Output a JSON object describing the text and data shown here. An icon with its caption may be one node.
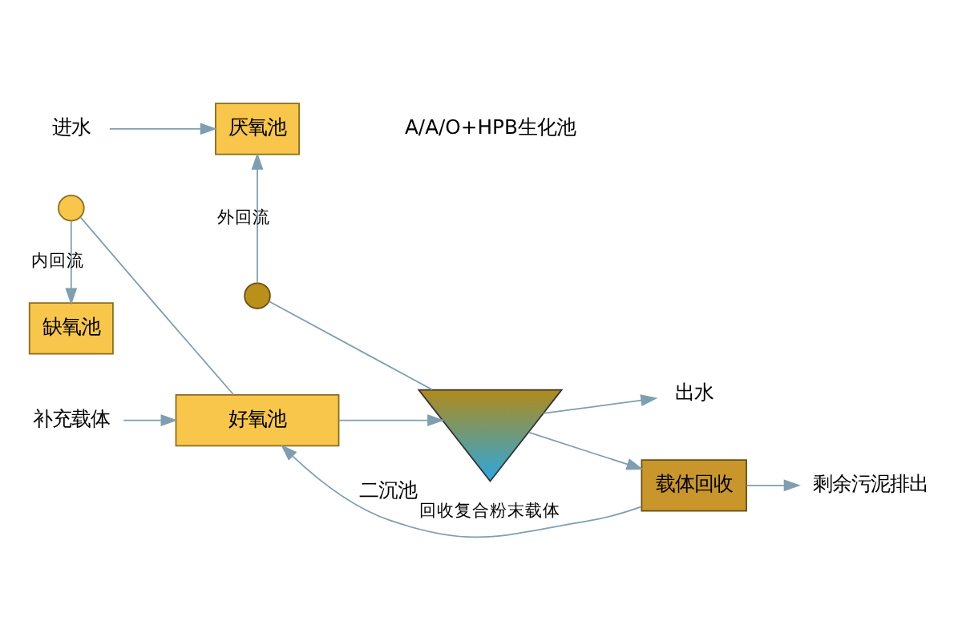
{
  "diagram": {
    "nodes": [
      {
        "text": [
          "进水"
        ]
      },
      {
        "text": [
          "厌氧池"
        ]
      },
      {
        "text": [
          "缺氧池"
        ]
      },
      {
        "text": [
          "好氧池"
        ]
      },
      {
        "text": [
          "补充载体"
        ]
      },
      {
        "text": [
          "二沉池"
        ]
      },
      {
        "text": [
          "出水"
        ]
      },
      {
        "text": [
          "载体回收"
        ]
      },
      {
        "text": [
          "剩余污泥排出"
        ]
      },
      {
        "text": [],
        "shape": "circle"
      },
      {
        "text": [],
        "shape": "circle"
      }
    ],
    "edges": [
      {
        "from": 0,
        "to": 1,
        "arrow": "to"
      },
      {
        "from": 4,
        "to": 3,
        "arrow": "to"
      },
      {
        "from": 3,
        "to": 5,
        "arrow": "to"
      },
      {
        "from": 5,
        "to": 6,
        "arrow": "to"
      },
      {
        "from": 5,
        "to": 7,
        "arrow": "to"
      },
      {
        "from": 7,
        "to": 3,
        "label": "回收复合粉末载体",
        "arrow": "to"
      },
      {
        "from": 7,
        "to": 8,
        "arrow": "to"
      },
      {
        "from": 3,
        "to": 9,
        "arrow": "none"
      },
      {
        "from": 9,
        "to": 2,
        "label": "内回流",
        "arrow": "to"
      },
      {
        "from": 5,
        "to": 10,
        "arrow": "none"
      },
      {
        "from": 10,
        "to": 1,
        "label": "外回流",
        "arrow": "to"
      }
    ],
    "labels": [
      "A/A/O+HPB生化池"
    ]
  }
}
